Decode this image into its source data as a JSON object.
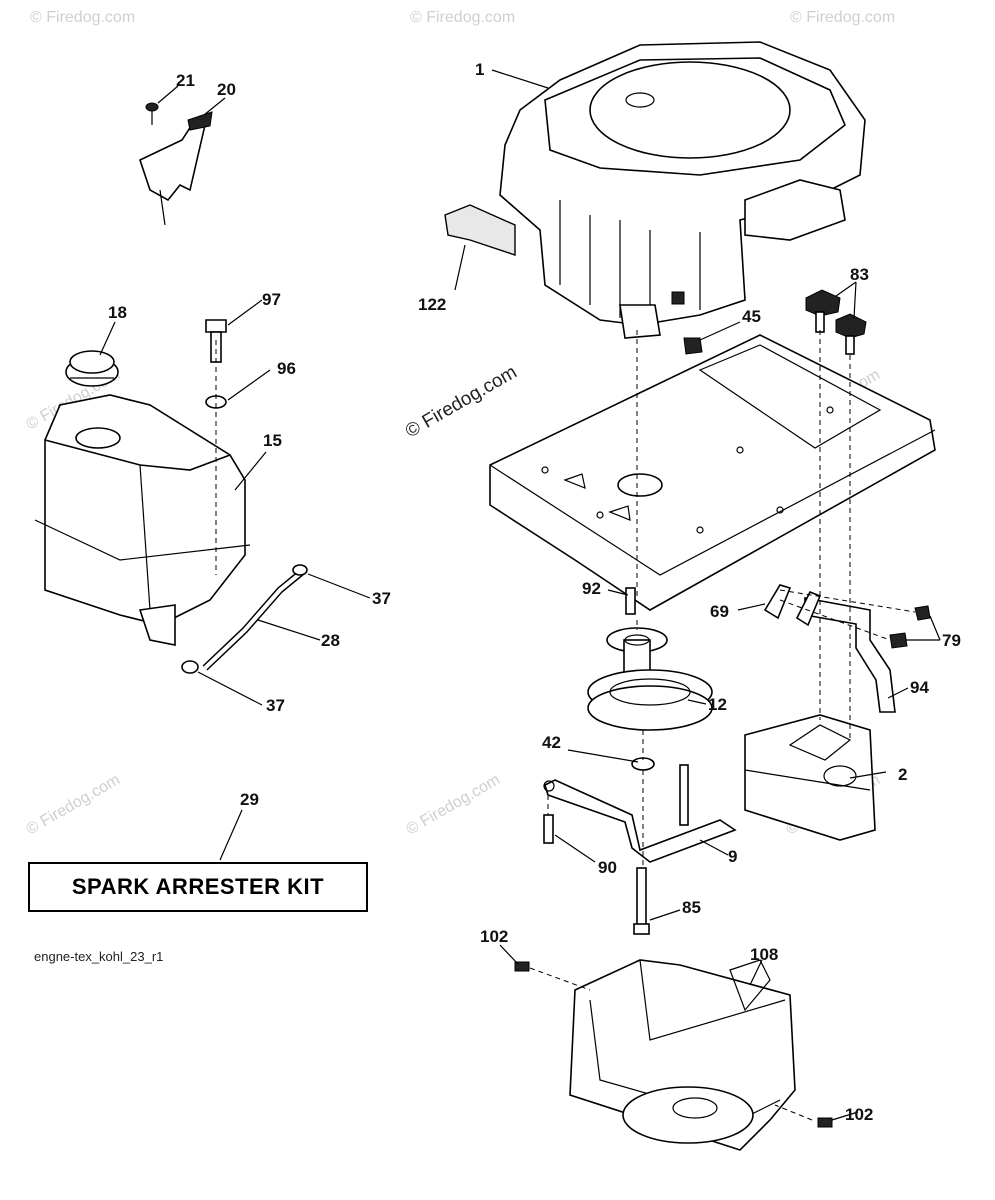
{
  "watermark": {
    "text": "© Firedog.com"
  },
  "kit_label": "SPARK ARRESTER KIT",
  "drawing_code": "engne-tex_kohl_23_r1",
  "callouts": {
    "c1": "1",
    "c2": "2",
    "c9": "9",
    "c12": "12",
    "c15": "15",
    "c18": "18",
    "c20": "20",
    "c21": "21",
    "c28": "28",
    "c29": "29",
    "c37a": "37",
    "c37b": "37",
    "c42": "42",
    "c45": "45",
    "c69": "69",
    "c79": "79",
    "c83": "83",
    "c85": "85",
    "c90": "90",
    "c92": "92",
    "c94": "94",
    "c96": "96",
    "c97": "97",
    "c102a": "102",
    "c102b": "102",
    "c108": "108",
    "c122": "122"
  }
}
